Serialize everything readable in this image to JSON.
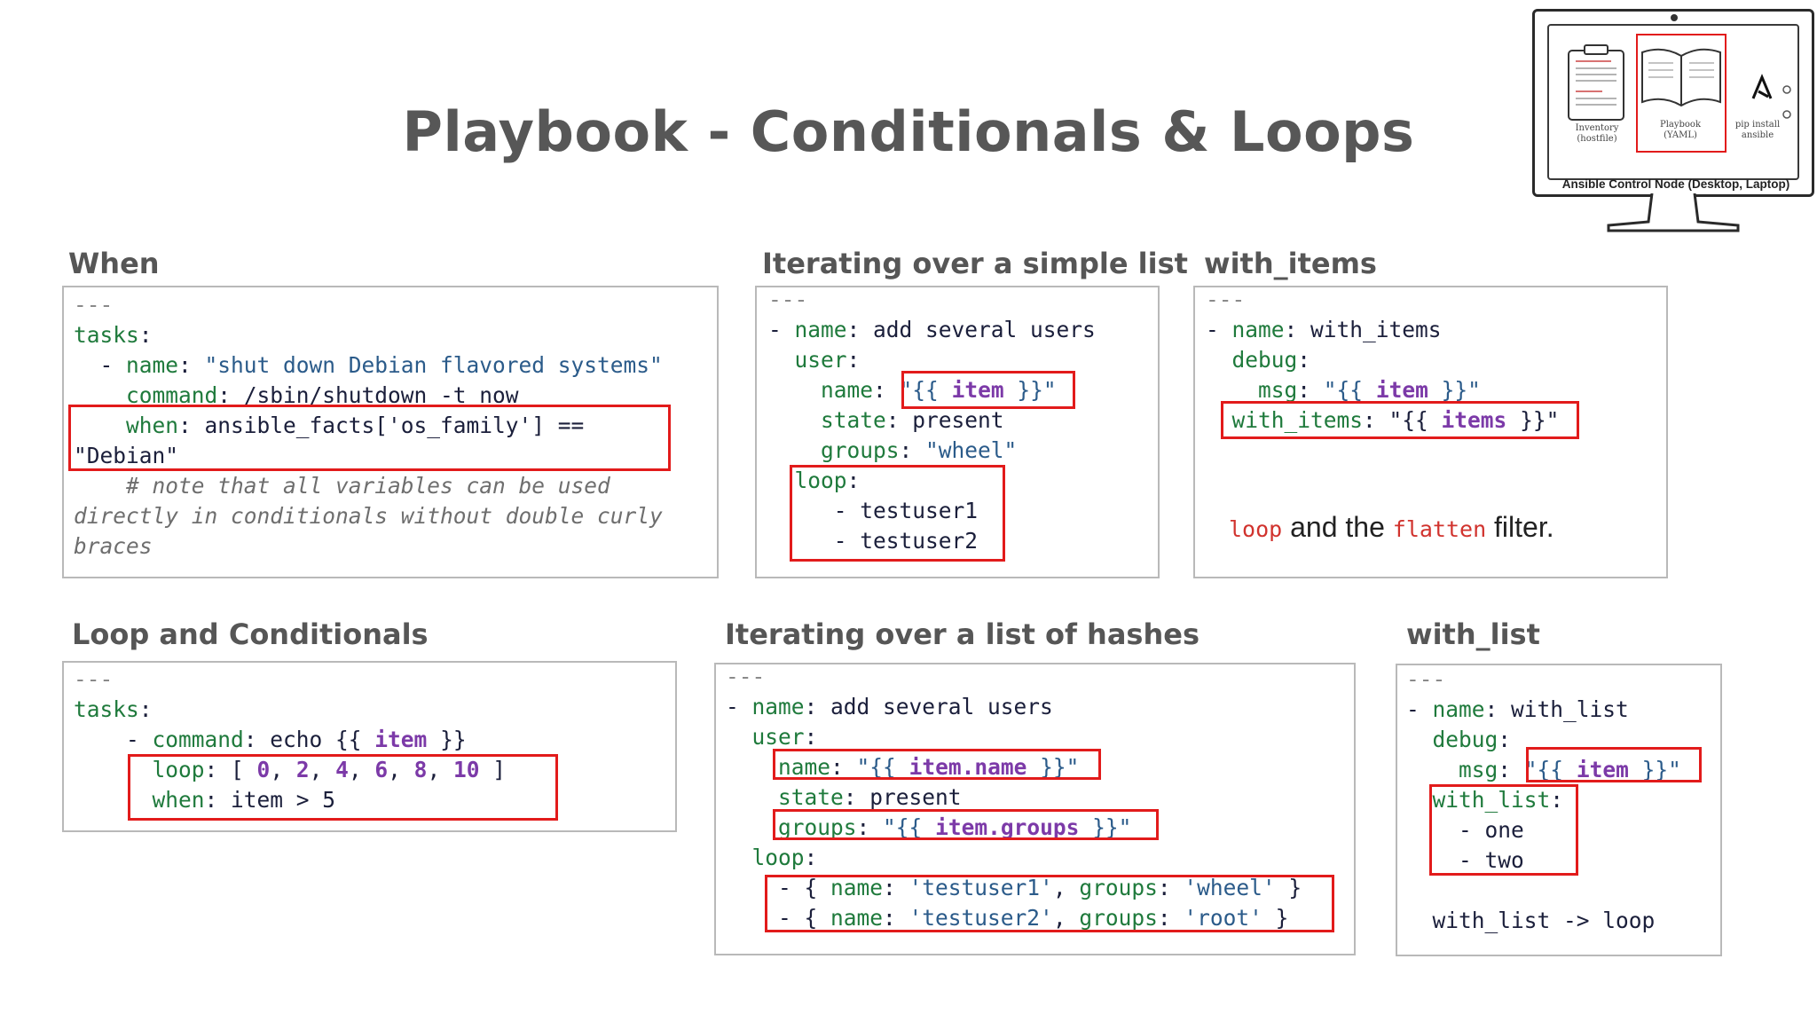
{
  "title": "Playbook - Conditionals & Loops",
  "sections": {
    "when": {
      "heading": "When"
    },
    "simple_list": {
      "heading": "Iterating over a simple list"
    },
    "with_items": {
      "heading": "with_items",
      "note_loop": "loop",
      "note_and": " and the ",
      "note_flatten": "flatten",
      "note_filter": " filter."
    },
    "loop_cond": {
      "heading": "Loop and Conditionals"
    },
    "hashes": {
      "heading": "Iterating over a list of hashes"
    },
    "with_list": {
      "heading": "with_list"
    }
  },
  "monitor": {
    "caption": "Ansible Control Node (Desktop, Laptop)",
    "inventory_label": "Inventory (hostfile)",
    "playbook_label": "Playbook (YAML)",
    "pip_label": "pip install ansible"
  },
  "colors": {
    "keyword": "#1f7a3c",
    "string": "#2b5b8a",
    "variable": "#7c3aa8",
    "highlight": "#e21b1b"
  }
}
